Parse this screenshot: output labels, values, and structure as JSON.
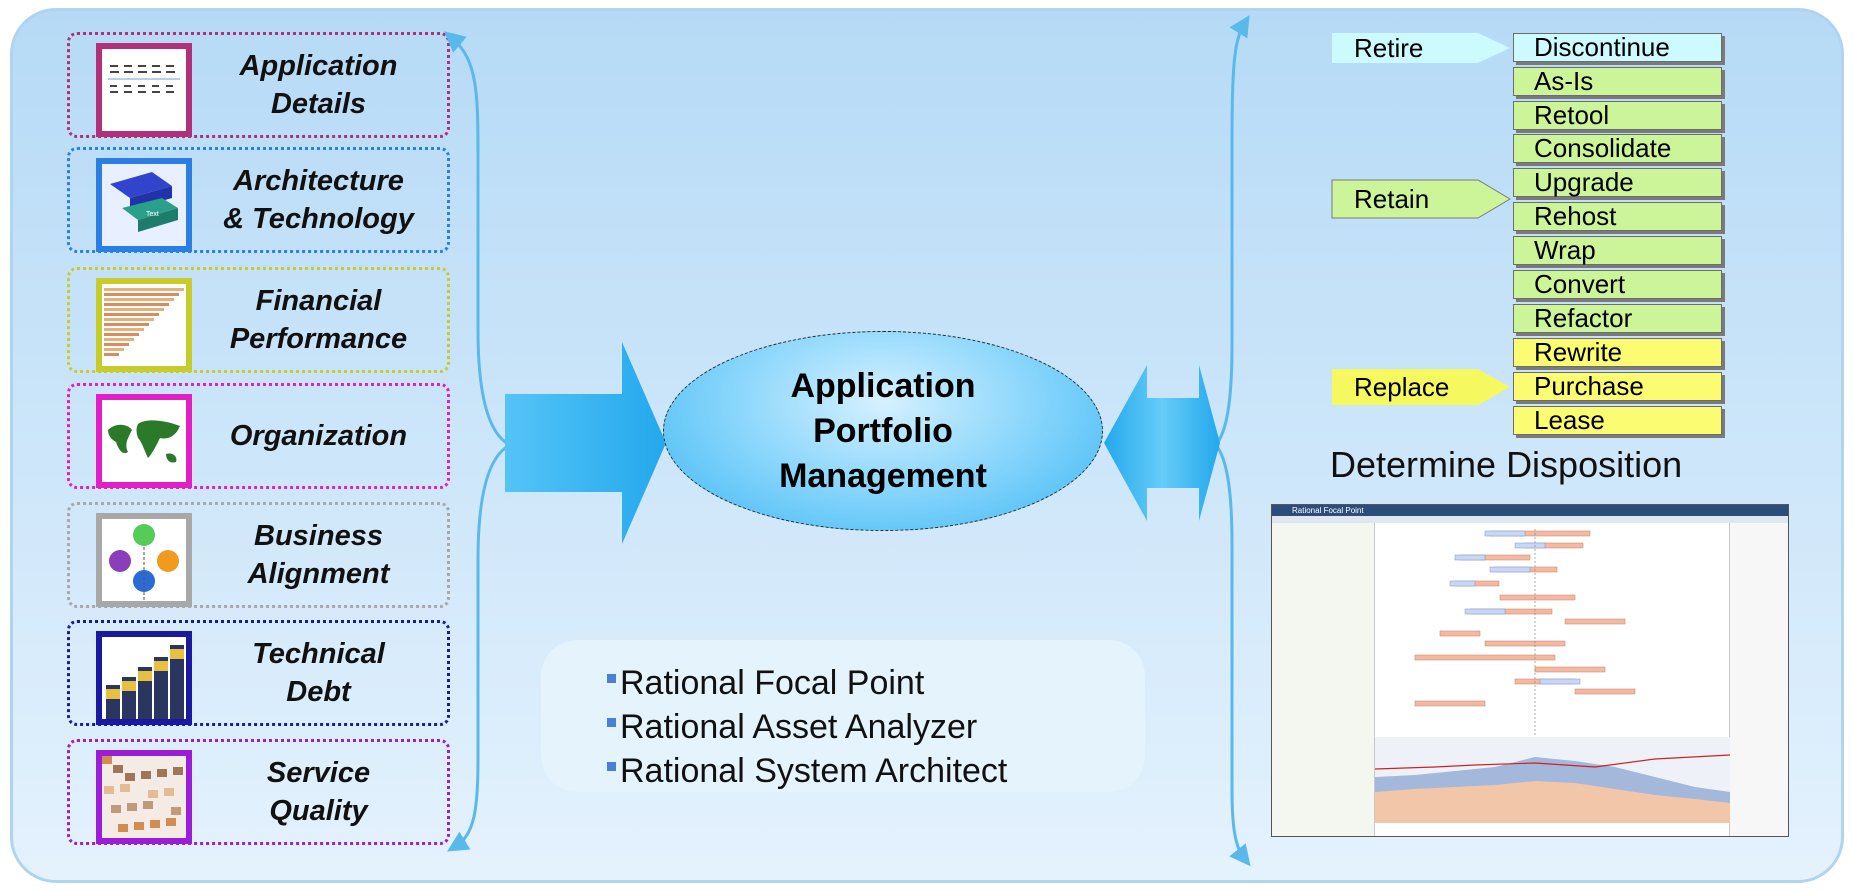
{
  "categories": [
    {
      "label": "Application\nDetails",
      "icon": "document-flow-icon",
      "color": "#b0307a"
    },
    {
      "label": "Architecture\n& Technology",
      "icon": "3d-blocks-icon",
      "color": "#2b7fe0"
    },
    {
      "label": "Financial\nPerformance",
      "icon": "financial-chart-icon",
      "color": "#c7cc2a"
    },
    {
      "label": "Organization",
      "icon": "world-map-icon",
      "color": "#e020c4"
    },
    {
      "label": "Business\nAlignment",
      "icon": "connected-circles-icon",
      "color": "#a8a8a8"
    },
    {
      "label": "Technical\nDebt",
      "icon": "bar-images-icon",
      "color": "#1a1aa0"
    },
    {
      "label": "Service\nQuality",
      "icon": "quality-image-icon",
      "color": "#9b1ed6"
    }
  ],
  "center": {
    "title": "Application\nPortfolio\nManagement"
  },
  "tools": [
    "Rational Focal Point",
    "Rational Asset Analyzer",
    "Rational System Architect"
  ],
  "disposition": {
    "title": "Determine Disposition",
    "groups": [
      {
        "label": "Retire",
        "color": "#ccfaff"
      },
      {
        "label": "Retain",
        "color": "#ccf59a"
      },
      {
        "label": "Replace",
        "color": "#f6f860"
      }
    ],
    "options": [
      {
        "label": "Discontinue",
        "color": "#ccfaff"
      },
      {
        "label": "As-Is",
        "color": "#ccf59a"
      },
      {
        "label": "Retool",
        "color": "#ccf59a"
      },
      {
        "label": "Consolidate",
        "color": "#ccf59a"
      },
      {
        "label": "Upgrade",
        "color": "#ccf59a"
      },
      {
        "label": "Rehost",
        "color": "#ccf59a"
      },
      {
        "label": "Wrap",
        "color": "#ccf59a"
      },
      {
        "label": "Convert",
        "color": "#ccf59a"
      },
      {
        "label": "Refactor",
        "color": "#ccf59a"
      },
      {
        "label": "Rewrite",
        "color": "#fbfc72"
      },
      {
        "label": "Purchase",
        "color": "#fbfc72"
      },
      {
        "label": "Lease",
        "color": "#fbfc72"
      }
    ]
  },
  "screenshot": {
    "app_title": "Rational Focal Point"
  }
}
